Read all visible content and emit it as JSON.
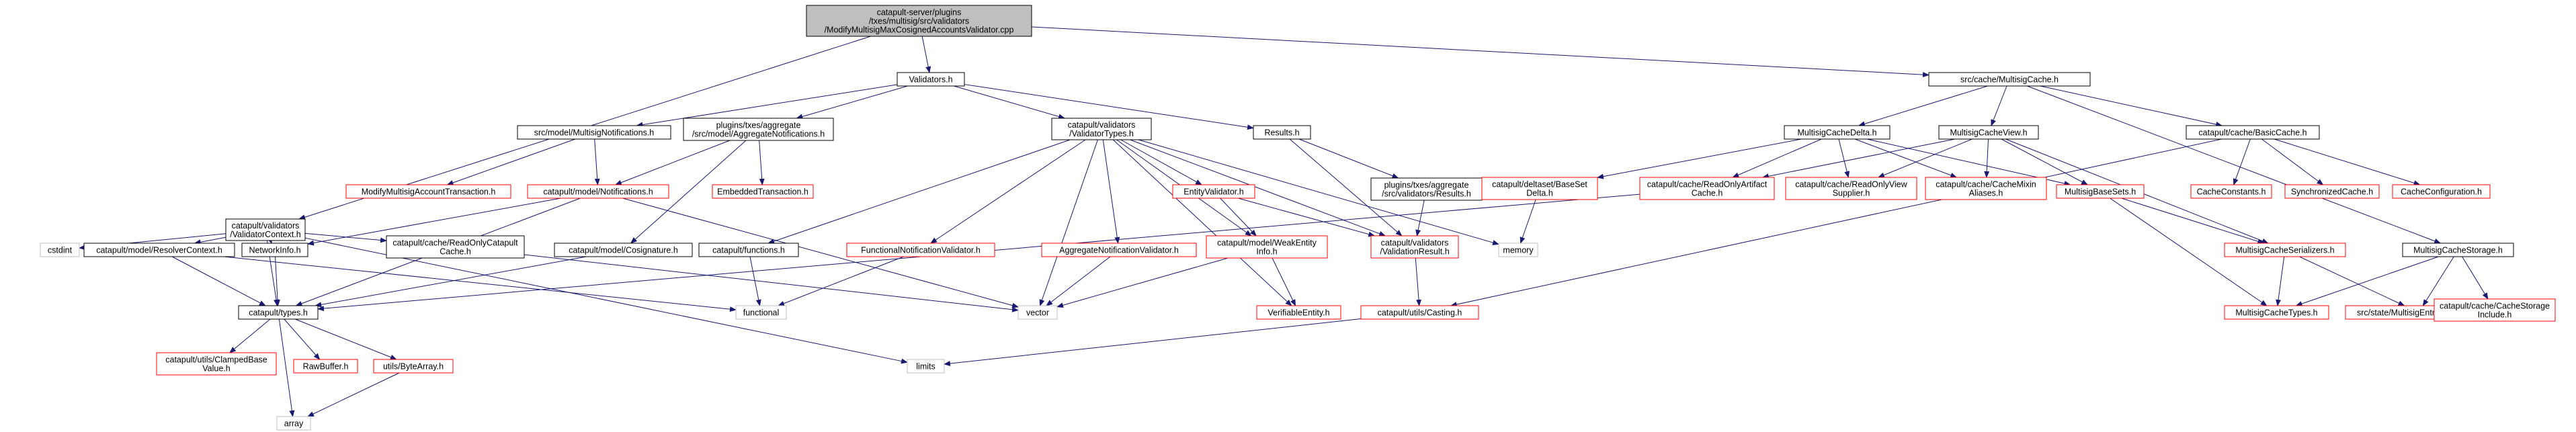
{
  "title": "Include dependency graph",
  "nodes": [
    {
      "id": "root",
      "lines": [
        "catapult-server/plugins",
        "/txes/multisig/src/validators",
        "/ModifyMultisigMaxCosignedAccountsValidator.cpp"
      ],
      "style": "root"
    },
    {
      "id": "validators_h",
      "lines": [
        "Validators.h"
      ],
      "style": "normal"
    },
    {
      "id": "multisig_cache_h",
      "lines": [
        "src/cache/MultisigCache.h"
      ],
      "style": "normal"
    },
    {
      "id": "validator_context_h",
      "lines": [
        "catapult/validators",
        "/ValidatorContext.h"
      ],
      "style": "normal"
    },
    {
      "id": "multisig_notifications_h",
      "lines": [
        "src/model/MultisigNotifications.h"
      ],
      "style": "normal"
    },
    {
      "id": "aggregate_notifications_h",
      "lines": [
        "plugins/txes/aggregate",
        "/src/model/AggregateNotifications.h"
      ],
      "style": "normal"
    },
    {
      "id": "validator_types_h",
      "lines": [
        "catapult/validators",
        "/ValidatorTypes.h"
      ],
      "style": "normal"
    },
    {
      "id": "results_h",
      "lines": [
        "Results.h"
      ],
      "style": "normal"
    },
    {
      "id": "multisig_cache_delta_h",
      "lines": [
        "MultisigCacheDelta.h"
      ],
      "style": "normal"
    },
    {
      "id": "multisig_cache_view_h",
      "lines": [
        "MultisigCacheView.h"
      ],
      "style": "normal"
    },
    {
      "id": "basic_cache_h",
      "lines": [
        "catapult/cache/BasicCache.h"
      ],
      "style": "normal"
    },
    {
      "id": "cstdint",
      "lines": [
        "cstdint"
      ],
      "style": "system"
    },
    {
      "id": "resolver_context_h",
      "lines": [
        "catapult/model/ResolverContext.h"
      ],
      "style": "normal"
    },
    {
      "id": "network_info_h",
      "lines": [
        "NetworkInfo.h"
      ],
      "style": "normal"
    },
    {
      "id": "read_only_catapult_cache_h",
      "lines": [
        "catapult/cache/ReadOnlyCatapult",
        "Cache.h"
      ],
      "style": "normal"
    },
    {
      "id": "modify_multisig_account_tx",
      "lines": [
        "ModifyMultisigAccountTransaction.h"
      ],
      "style": "missing"
    },
    {
      "id": "model_notifications_h",
      "lines": [
        "catapult/model/Notifications.h"
      ],
      "style": "missing"
    },
    {
      "id": "embedded_transaction_h",
      "lines": [
        "EmbeddedTransaction.h"
      ],
      "style": "missing"
    },
    {
      "id": "cosignature_h",
      "lines": [
        "catapult/model/Cosignature.h"
      ],
      "style": "normal"
    },
    {
      "id": "functions_h",
      "lines": [
        "catapult/functions.h"
      ],
      "style": "normal"
    },
    {
      "id": "functional_notification_validator_h",
      "lines": [
        "FunctionalNotificationValidator.h"
      ],
      "style": "missing"
    },
    {
      "id": "aggregate_notification_validator_h",
      "lines": [
        "AggregateNotificationValidator.h"
      ],
      "style": "missing"
    },
    {
      "id": "entity_validator_h",
      "lines": [
        "EntityValidator.h"
      ],
      "style": "missing"
    },
    {
      "id": "weak_entity_info_h",
      "lines": [
        "catapult/model/WeakEntity",
        "Info.h"
      ],
      "style": "missing"
    },
    {
      "id": "verifiable_entity_h",
      "lines": [
        "VerifiableEntity.h"
      ],
      "style": "missing"
    },
    {
      "id": "aggregate_results_h",
      "lines": [
        "plugins/txes/aggregate",
        "/src/validators/Results.h"
      ],
      "style": "normal"
    },
    {
      "id": "validation_result_h",
      "lines": [
        "catapult/validators",
        "/ValidationResult.h"
      ],
      "style": "missing"
    },
    {
      "id": "memory",
      "lines": [
        "memory"
      ],
      "style": "system"
    },
    {
      "id": "base_set_delta_h",
      "lines": [
        "catapult/deltaset/BaseSet",
        "Delta.h"
      ],
      "style": "missing"
    },
    {
      "id": "read_only_artifact_cache_h",
      "lines": [
        "catapult/cache/ReadOnlyArtifact",
        "Cache.h"
      ],
      "style": "missing"
    },
    {
      "id": "read_only_view_supplier_h",
      "lines": [
        "catapult/cache/ReadOnlyView",
        "Supplier.h"
      ],
      "style": "missing"
    },
    {
      "id": "cache_mixin_aliases_h",
      "lines": [
        "catapult/cache/CacheMixin",
        "Aliases.h"
      ],
      "style": "missing"
    },
    {
      "id": "multisig_base_sets_h",
      "lines": [
        "MultisigBaseSets.h"
      ],
      "style": "missing"
    },
    {
      "id": "cache_constants_h",
      "lines": [
        "CacheConstants.h"
      ],
      "style": "missing"
    },
    {
      "id": "synchronized_cache_h",
      "lines": [
        "SynchronizedCache.h"
      ],
      "style": "missing"
    },
    {
      "id": "cache_configuration_h",
      "lines": [
        "CacheConfiguration.h"
      ],
      "style": "missing"
    },
    {
      "id": "multisig_cache_storage_h",
      "lines": [
        "MultisigCacheStorage.h"
      ],
      "style": "normal"
    },
    {
      "id": "types_h",
      "lines": [
        "catapult/types.h"
      ],
      "style": "normal"
    },
    {
      "id": "functional",
      "lines": [
        "functional"
      ],
      "style": "system"
    },
    {
      "id": "vector",
      "lines": [
        "vector"
      ],
      "style": "system"
    },
    {
      "id": "casting_h",
      "lines": [
        "catapult/utils/Casting.h"
      ],
      "style": "missing"
    },
    {
      "id": "multisig_cache_serializers_h",
      "lines": [
        "MultisigCacheSerializers.h"
      ],
      "style": "missing"
    },
    {
      "id": "multisig_cache_types_h",
      "lines": [
        "MultisigCacheTypes.h"
      ],
      "style": "missing"
    },
    {
      "id": "multisig_entry_serializer_h",
      "lines": [
        "src/state/MultisigEntrySerializer.h"
      ],
      "style": "missing"
    },
    {
      "id": "cache_storage_include_h",
      "lines": [
        "catapult/cache/CacheStorage",
        "Include.h"
      ],
      "style": "missing"
    },
    {
      "id": "clamped_base_value_h",
      "lines": [
        "catapult/utils/ClampedBase",
        "Value.h"
      ],
      "style": "missing"
    },
    {
      "id": "raw_buffer_h",
      "lines": [
        "RawBuffer.h"
      ],
      "style": "missing"
    },
    {
      "id": "byte_array_h",
      "lines": [
        "utils/ByteArray.h"
      ],
      "style": "missing"
    },
    {
      "id": "limits",
      "lines": [
        "limits"
      ],
      "style": "system"
    },
    {
      "id": "array",
      "lines": [
        "array"
      ],
      "style": "system"
    }
  ],
  "edges": [
    [
      "root",
      "validator_context_h"
    ],
    [
      "root",
      "validators_h"
    ],
    [
      "root",
      "multisig_cache_h"
    ],
    [
      "validators_h",
      "multisig_notifications_h"
    ],
    [
      "validators_h",
      "aggregate_notifications_h"
    ],
    [
      "validators_h",
      "validator_types_h"
    ],
    [
      "validators_h",
      "results_h"
    ],
    [
      "multisig_cache_h",
      "multisig_cache_delta_h"
    ],
    [
      "multisig_cache_h",
      "multisig_cache_view_h"
    ],
    [
      "multisig_cache_h",
      "basic_cache_h"
    ],
    [
      "multisig_cache_h",
      "multisig_cache_storage_h"
    ],
    [
      "validator_context_h",
      "cstdint"
    ],
    [
      "validator_context_h",
      "resolver_context_h"
    ],
    [
      "validator_context_h",
      "network_info_h"
    ],
    [
      "validator_context_h",
      "read_only_catapult_cache_h"
    ],
    [
      "validator_context_h",
      "types_h"
    ],
    [
      "validator_context_h",
      "limits"
    ],
    [
      "multisig_notifications_h",
      "modify_multisig_account_tx"
    ],
    [
      "multisig_notifications_h",
      "model_notifications_h"
    ],
    [
      "aggregate_notifications_h",
      "model_notifications_h"
    ],
    [
      "aggregate_notifications_h",
      "embedded_transaction_h"
    ],
    [
      "aggregate_notifications_h",
      "cosignature_h"
    ],
    [
      "validator_types_h",
      "functions_h"
    ],
    [
      "validator_types_h",
      "functional_notification_validator_h"
    ],
    [
      "validator_types_h",
      "aggregate_notification_validator_h"
    ],
    [
      "validator_types_h",
      "entity_validator_h"
    ],
    [
      "validator_types_h",
      "weak_entity_info_h"
    ],
    [
      "validator_types_h",
      "validation_result_h"
    ],
    [
      "validator_types_h",
      "vector"
    ],
    [
      "validator_types_h",
      "memory"
    ],
    [
      "validator_types_h",
      "verifiable_entity_h"
    ],
    [
      "results_h",
      "aggregate_results_h"
    ],
    [
      "results_h",
      "validation_result_h"
    ],
    [
      "multisig_cache_delta_h",
      "base_set_delta_h"
    ],
    [
      "multisig_cache_delta_h",
      "read_only_artifact_cache_h"
    ],
    [
      "multisig_cache_delta_h",
      "read_only_view_supplier_h"
    ],
    [
      "multisig_cache_delta_h",
      "cache_mixin_aliases_h"
    ],
    [
      "multisig_cache_delta_h",
      "multisig_base_sets_h"
    ],
    [
      "multisig_cache_view_h",
      "read_only_artifact_cache_h"
    ],
    [
      "multisig_cache_view_h",
      "read_only_view_supplier_h"
    ],
    [
      "multisig_cache_view_h",
      "cache_mixin_aliases_h"
    ],
    [
      "multisig_cache_view_h",
      "multisig_base_sets_h"
    ],
    [
      "multisig_cache_view_h",
      "multisig_cache_serializers_h"
    ],
    [
      "basic_cache_h",
      "cache_constants_h"
    ],
    [
      "basic_cache_h",
      "synchronized_cache_h"
    ],
    [
      "basic_cache_h",
      "cache_configuration_h"
    ],
    [
      "basic_cache_h",
      "casting_h"
    ],
    [
      "multisig_cache_storage_h",
      "multisig_cache_types_h"
    ],
    [
      "multisig_cache_storage_h",
      "cache_storage_include_h"
    ],
    [
      "multisig_cache_storage_h",
      "multisig_entry_serializer_h"
    ],
    [
      "resolver_context_h",
      "types_h"
    ],
    [
      "resolver_context_h",
      "functional"
    ],
    [
      "network_info_h",
      "types_h"
    ],
    [
      "read_only_catapult_cache_h",
      "vector"
    ],
    [
      "model_notifications_h",
      "network_info_h"
    ],
    [
      "model_notifications_h",
      "types_h"
    ],
    [
      "model_notifications_h",
      "vector"
    ],
    [
      "cosignature_h",
      "types_h"
    ],
    [
      "functions_h",
      "functional"
    ],
    [
      "functional_notification_validator_h",
      "functional"
    ],
    [
      "aggregate_notification_validator_h",
      "vector"
    ],
    [
      "entity_validator_h",
      "weak_entity_info_h"
    ],
    [
      "entity_validator_h",
      "validation_result_h"
    ],
    [
      "weak_entity_info_h",
      "vector"
    ],
    [
      "weak_entity_info_h",
      "verifiable_entity_h"
    ],
    [
      "aggregate_results_h",
      "validation_result_h"
    ],
    [
      "validation_result_h",
      "casting_h"
    ],
    [
      "base_set_delta_h",
      "memory"
    ],
    [
      "read_only_artifact_cache_h",
      "types_h"
    ],
    [
      "multisig_base_sets_h",
      "multisig_cache_serializers_h"
    ],
    [
      "multisig_base_sets_h",
      "multisig_cache_types_h"
    ],
    [
      "multisig_cache_serializers_h",
      "multisig_cache_types_h"
    ],
    [
      "multisig_cache_serializers_h",
      "multisig_entry_serializer_h"
    ],
    [
      "types_h",
      "clamped_base_value_h"
    ],
    [
      "types_h",
      "raw_buffer_h"
    ],
    [
      "types_h",
      "byte_array_h"
    ],
    [
      "types_h",
      "array"
    ],
    [
      "byte_array_h",
      "array"
    ],
    [
      "casting_h",
      "limits"
    ]
  ],
  "colors": {
    "root_fill": "#bfbfbf",
    "normal_border": "#000000",
    "missing_border": "#ff0000",
    "system_border": "#bfbfbf",
    "edge": "#191970"
  }
}
